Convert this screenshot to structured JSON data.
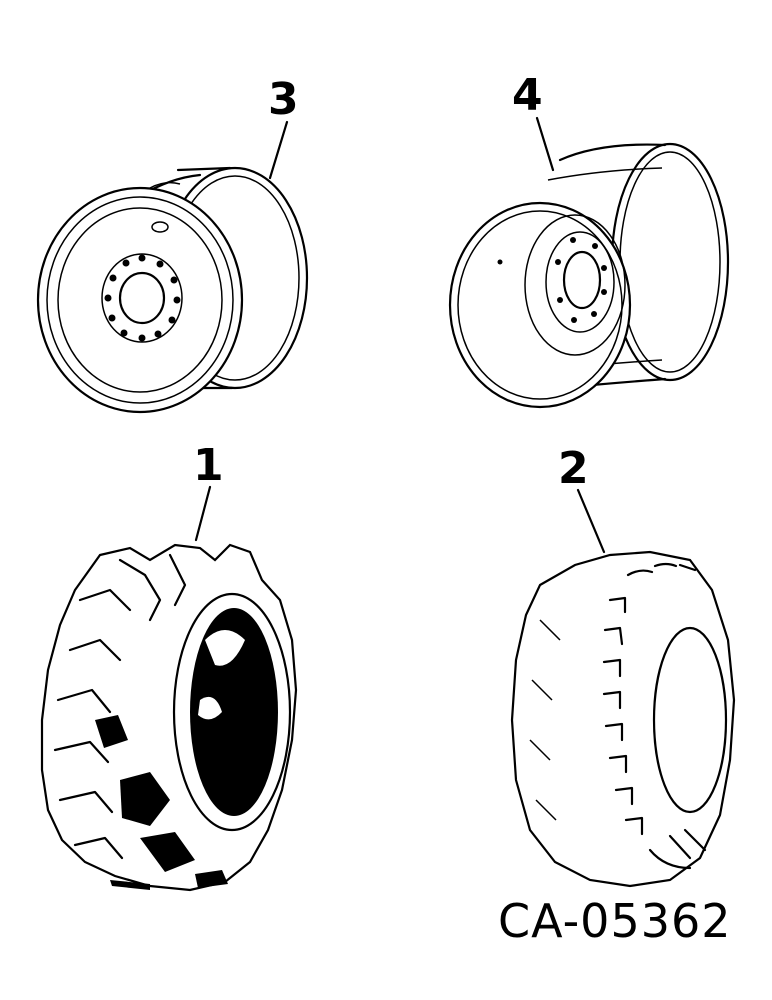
{
  "callouts": {
    "item_1": "1",
    "item_2": "2",
    "item_3": "3",
    "item_4": "4"
  },
  "drawing_code": "CA-05362"
}
